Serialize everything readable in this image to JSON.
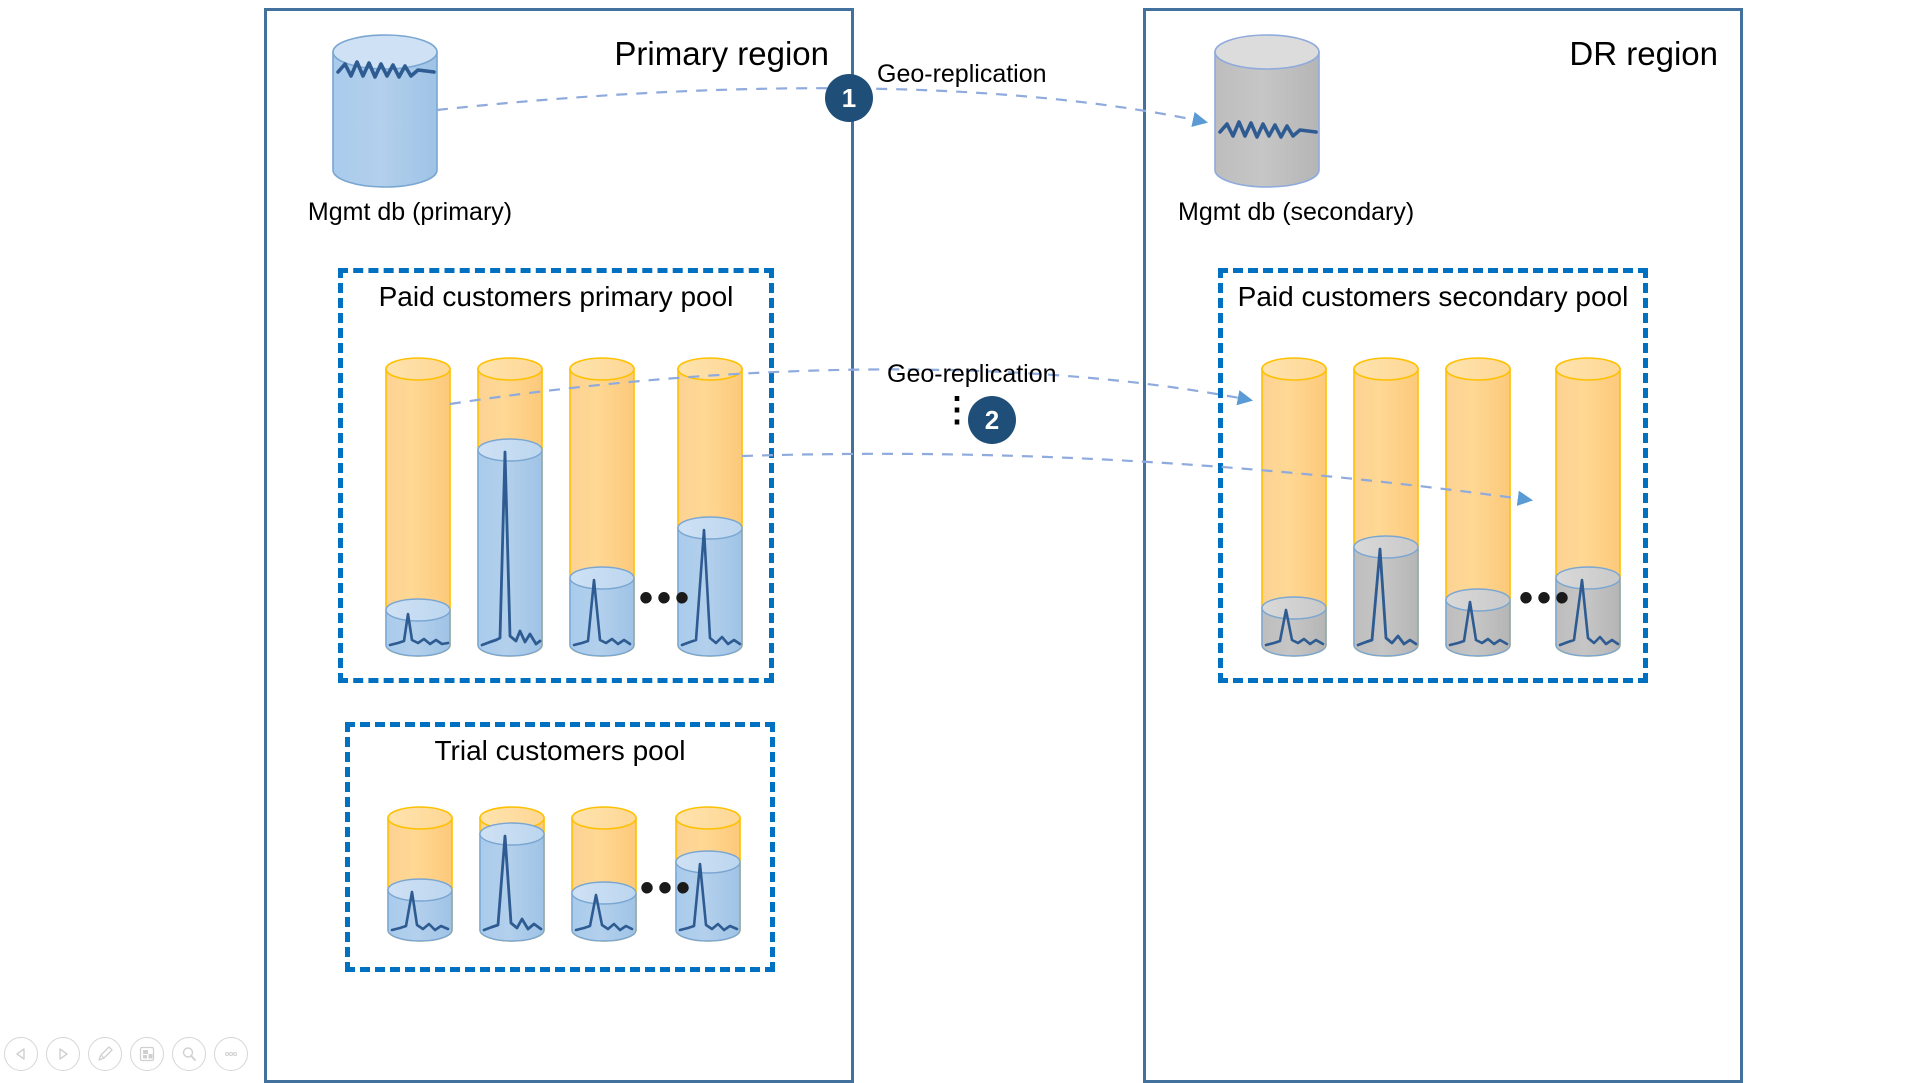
{
  "diagram": {
    "regions": [
      {
        "id": "primary",
        "title": "Primary region",
        "mgmt_db_caption": "Mgmt db (primary)",
        "mgmt_db_color": "#a8c8ea",
        "pools": [
          {
            "id": "paid-primary",
            "title": "Paid customers primary pool",
            "ellipsis": "•••",
            "cylinders": [
              {
                "fill_ratio": 0.1,
                "fill_color": "#a8c8ea"
              },
              {
                "fill_ratio": 0.72,
                "fill_color": "#a8c8ea"
              },
              {
                "fill_ratio": 0.24,
                "fill_color": "#a8c8ea"
              },
              {
                "fill_ratio": 0.44,
                "fill_color": "#a8c8ea"
              }
            ]
          },
          {
            "id": "trial",
            "title": "Trial customers pool",
            "ellipsis": "•••",
            "cylinders": [
              {
                "fill_ratio": 0.42,
                "fill_color": "#a8c8ea"
              },
              {
                "fill_ratio": 0.86,
                "fill_color": "#a8c8ea"
              },
              {
                "fill_ratio": 0.4,
                "fill_color": "#a8c8ea"
              },
              {
                "fill_ratio": 0.62,
                "fill_color": "#a8c8ea"
              }
            ]
          }
        ]
      },
      {
        "id": "dr",
        "title": "DR region",
        "mgmt_db_caption": "Mgmt db (secondary)",
        "mgmt_db_color": "#bfbfbf",
        "pools": [
          {
            "id": "paid-secondary",
            "title": "Paid customers secondary pool",
            "ellipsis": "•••",
            "cylinders": [
              {
                "fill_ratio": 0.1,
                "fill_color": "#bfbfbf"
              },
              {
                "fill_ratio": 0.36,
                "fill_color": "#bfbfbf"
              },
              {
                "fill_ratio": 0.13,
                "fill_color": "#bfbfbf"
              },
              {
                "fill_ratio": 0.25,
                "fill_color": "#bfbfbf"
              }
            ]
          }
        ]
      }
    ],
    "connectors": [
      {
        "id": "geo-1",
        "label": "Geo-replication",
        "badge": "1"
      },
      {
        "id": "geo-2",
        "label": "Geo-replication",
        "badge": "2",
        "vertical_dots": "⋮"
      }
    ],
    "colors": {
      "region_border": "#41719c",
      "pool_border": "#0070c0",
      "cylinder_shell": "#fdd086",
      "cylinder_shell_border": "#ffc000",
      "fill_blue": "#a8c8ea",
      "fill_gray": "#bfbfbf",
      "wave_line": "#2e5b91",
      "badge_bg": "#1f4e79",
      "connector": "#8faadc",
      "text": "#000000"
    }
  },
  "toolbar": {
    "buttons": [
      {
        "name": "previous",
        "icon": "triangle-left-icon"
      },
      {
        "name": "next",
        "icon": "triangle-right-icon"
      },
      {
        "name": "annotate",
        "icon": "pen-icon"
      },
      {
        "name": "layers",
        "icon": "layers-icon"
      },
      {
        "name": "zoom",
        "icon": "magnifier-icon"
      },
      {
        "name": "more",
        "icon": "ellipsis-icon"
      }
    ]
  }
}
